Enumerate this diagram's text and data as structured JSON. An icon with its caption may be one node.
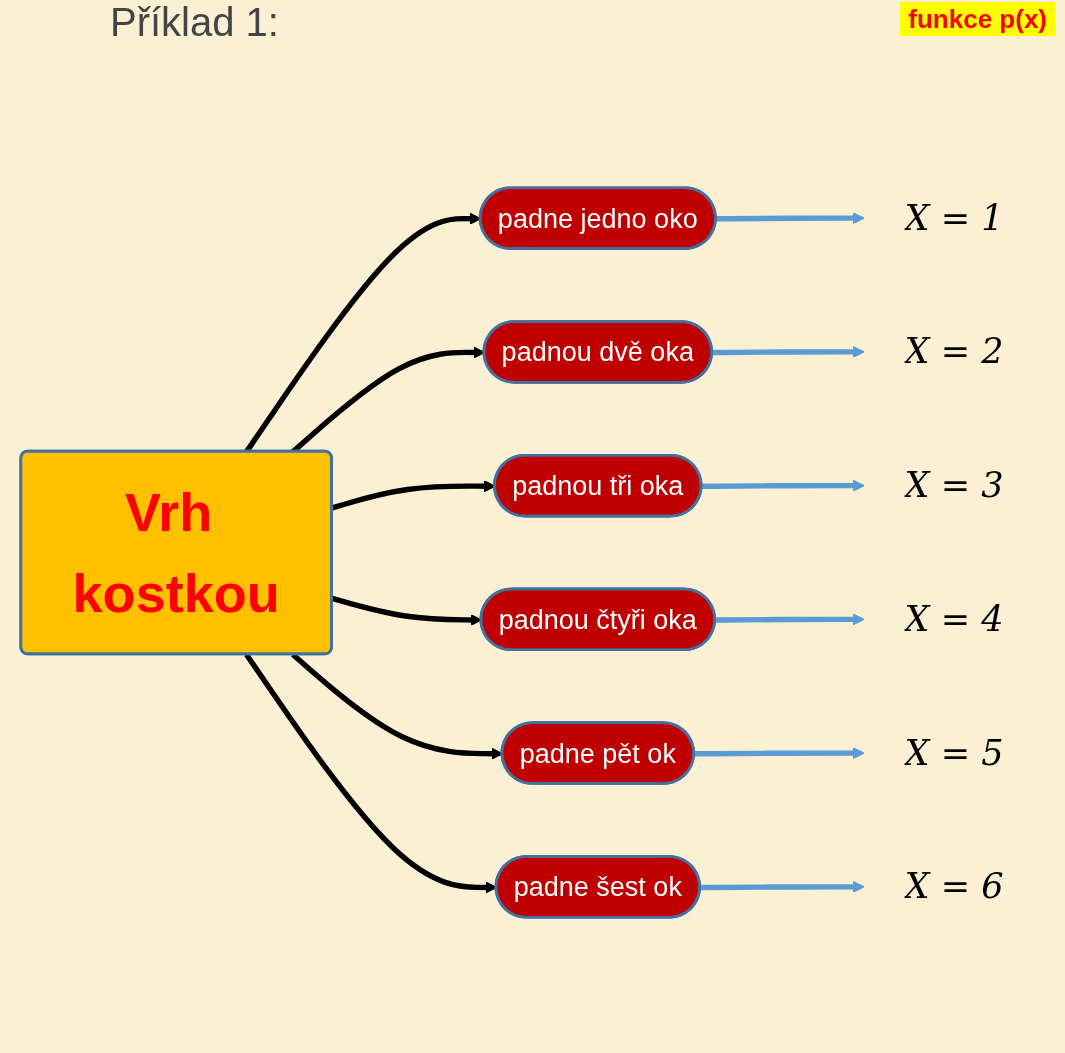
{
  "diagram": {
    "title": "Příklad 1:",
    "nodes": [
      {
        "text": [
          "Vrh kostkou"
        ]
      },
      {
        "text": [
          "padne jedno oko"
        ]
      },
      {
        "text": [
          "padnou dvě oka"
        ]
      },
      {
        "text": [
          "padnou tři oka"
        ]
      },
      {
        "text": [
          "padnou čtyři oka"
        ]
      },
      {
        "text": [
          "padne pět ok"
        ]
      },
      {
        "text": [
          "padne šest ok"
        ]
      },
      {
        "text": [
          "X = 1"
        ]
      },
      {
        "text": [
          "X = 2"
        ]
      },
      {
        "text": [
          "X = 3"
        ]
      },
      {
        "text": [
          "X = 4"
        ]
      },
      {
        "text": [
          "X = 5"
        ]
      },
      {
        "text": [
          "X = 6"
        ]
      }
    ],
    "edges": [
      {
        "from": 0,
        "to": 1,
        "arrow": "to"
      },
      {
        "from": 0,
        "to": 2,
        "arrow": "to"
      },
      {
        "from": 0,
        "to": 3,
        "arrow": "to"
      },
      {
        "from": 0,
        "to": 4,
        "arrow": "to"
      },
      {
        "from": 0,
        "to": 5,
        "arrow": "to"
      },
      {
        "from": 0,
        "to": 6,
        "arrow": "to"
      },
      {
        "from": 1,
        "to": 7,
        "arrow": "to",
        "color": "#5b9bd5"
      },
      {
        "from": 2,
        "to": 8,
        "arrow": "to",
        "color": "#5b9bd5"
      },
      {
        "from": 3,
        "to": 9,
        "arrow": "to",
        "color": "#5b9bd5"
      },
      {
        "from": 4,
        "to": 10,
        "arrow": "to",
        "color": "#5b9bd5"
      },
      {
        "from": 5,
        "to": 11,
        "arrow": "to",
        "color": "#5b9bd5"
      },
      {
        "from": 6,
        "to": 12,
        "arrow": "to",
        "color": "#5b9bd5"
      }
    ],
    "labels": [
      "funkce p(x)"
    ]
  }
}
